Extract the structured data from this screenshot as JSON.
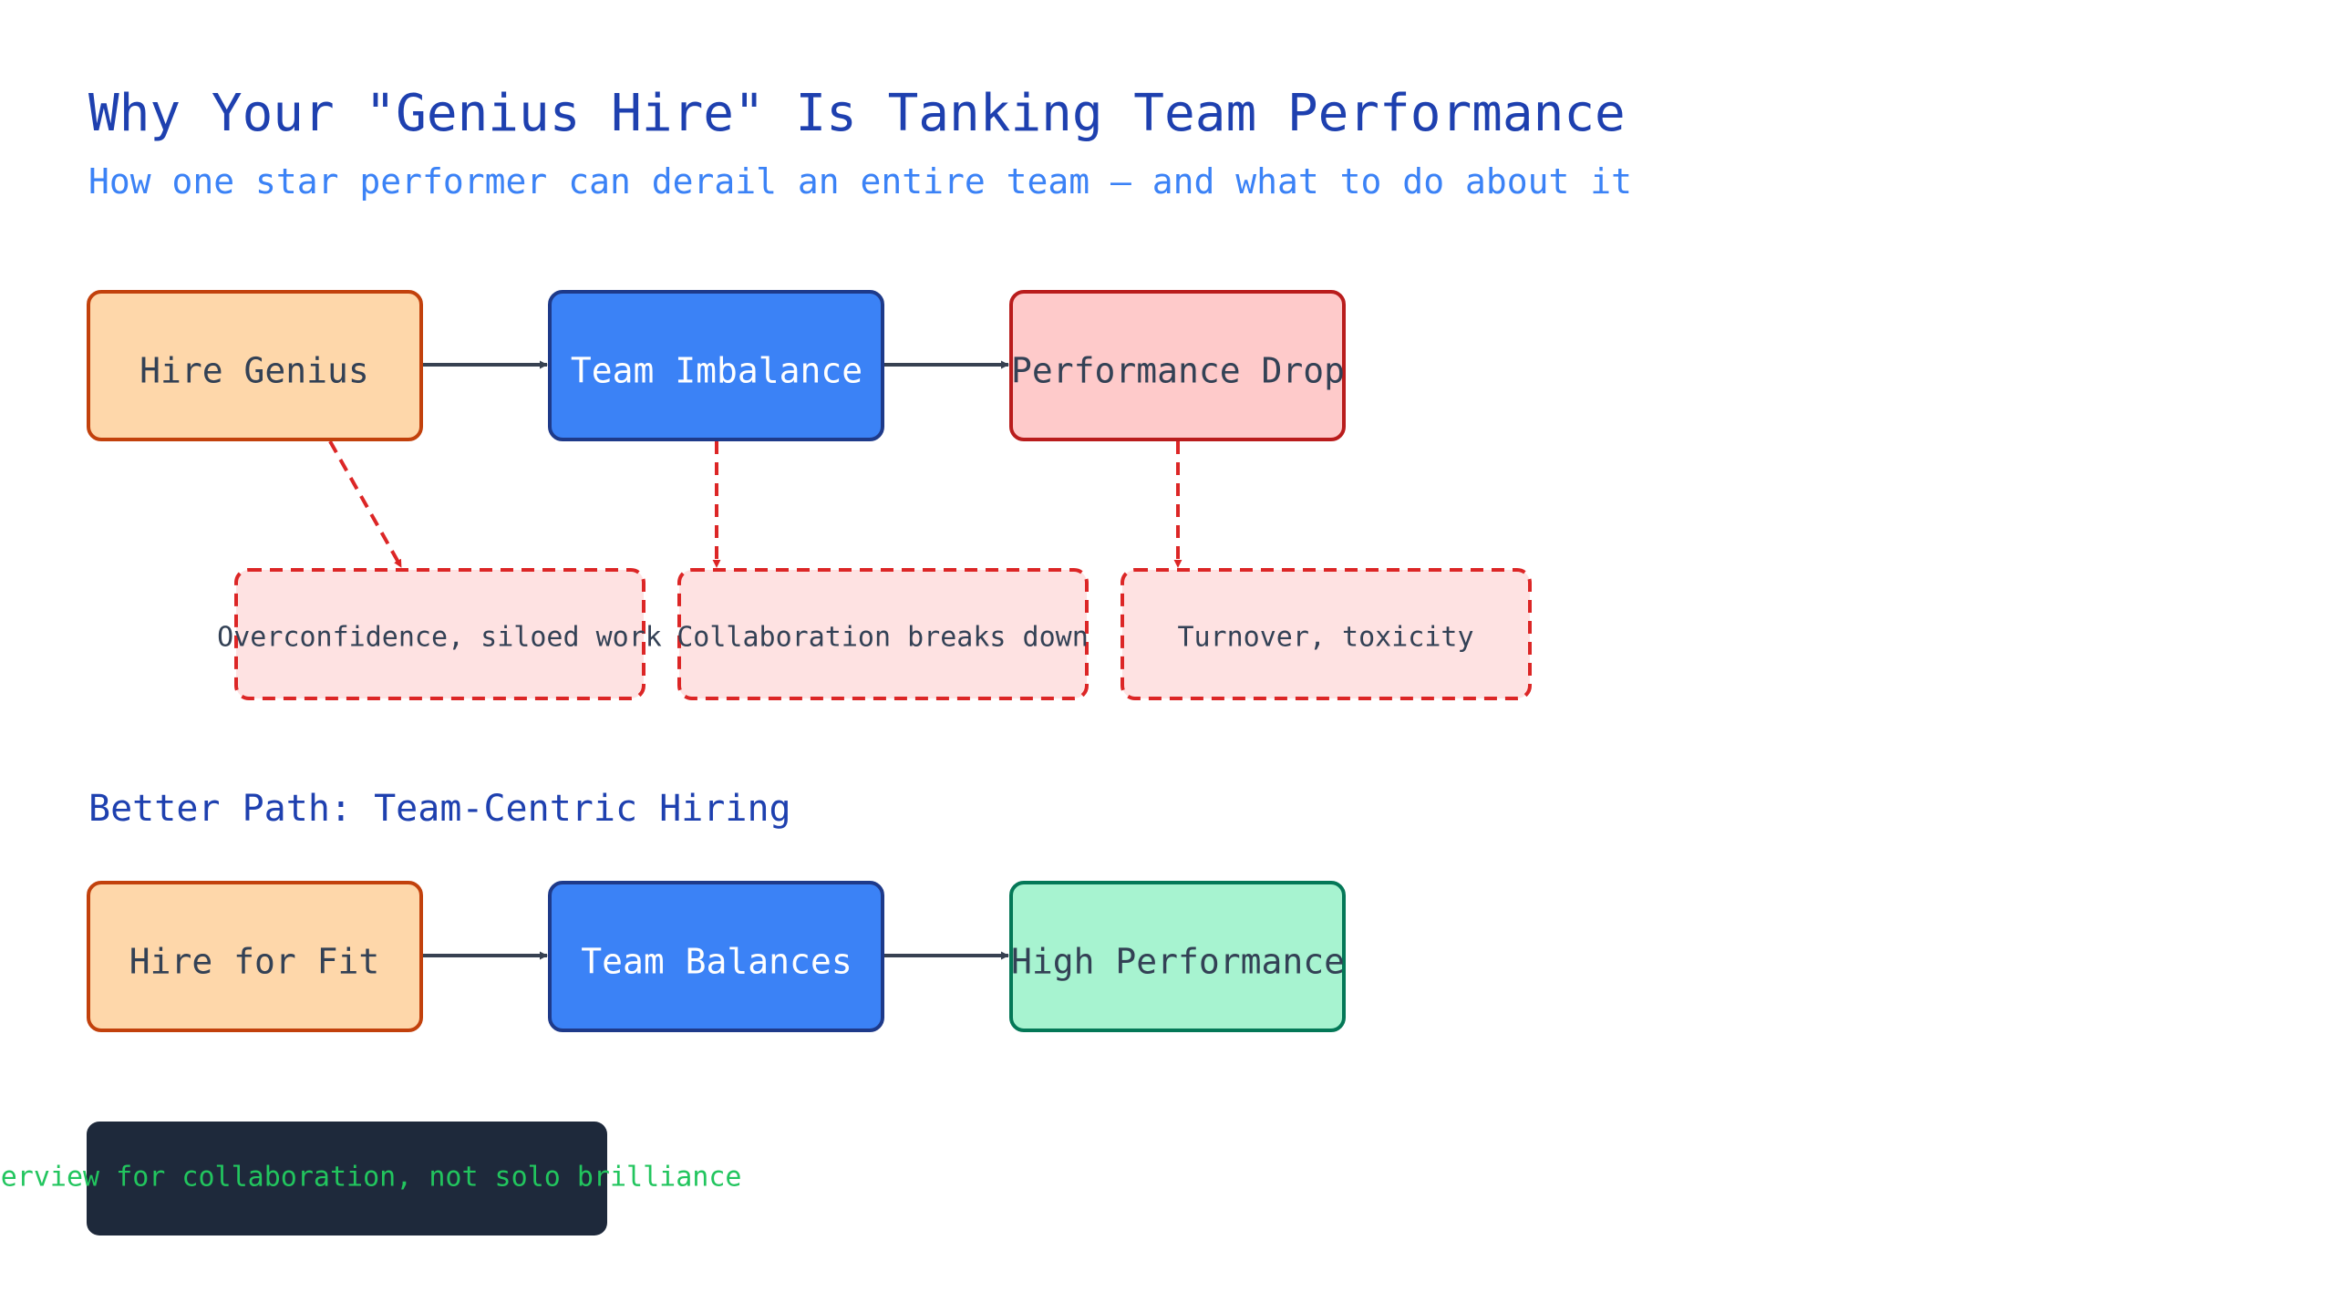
{
  "header": {
    "title": "Why Your \"Genius Hire\" Is Tanking Team Performance",
    "subtitle": "How one star performer can derail an entire team — and what to do about it"
  },
  "flow_problem": {
    "nodes": [
      {
        "id": "hire-genius",
        "label": "Hire Genius",
        "kind": "start"
      },
      {
        "id": "team-imbalance",
        "label": "Team Imbalance",
        "kind": "process"
      },
      {
        "id": "performance-drop",
        "label": "Performance Drop",
        "kind": "bad"
      }
    ],
    "effects": [
      {
        "id": "effect-1",
        "label": "Overconfidence, siloed work"
      },
      {
        "id": "effect-2",
        "label": "Collaboration breaks down"
      },
      {
        "id": "effect-3",
        "label": "Turnover, toxicity"
      }
    ]
  },
  "section": {
    "better_path_title": "Better Path: Team-Centric Hiring"
  },
  "flow_solution": {
    "nodes": [
      {
        "id": "hire-fit",
        "label": "Hire for Fit",
        "kind": "start"
      },
      {
        "id": "team-balances",
        "label": "Team Balances",
        "kind": "process"
      },
      {
        "id": "high-performance",
        "label": "High Performance",
        "kind": "good"
      }
    ]
  },
  "tip": {
    "label": "Interview for collaboration, not solo brilliance"
  },
  "colors": {
    "title": "#1e40af",
    "subtitle": "#3b82f6",
    "start_fill": "#fed7aa",
    "start_stroke": "#c2410c",
    "process_fill": "#3b82f6",
    "process_stroke": "#1e3a8a",
    "bad_fill": "#fecaca",
    "bad_stroke": "#b91c1c",
    "effect_fill": "#fee2e2",
    "effect_stroke": "#dc2626",
    "good_fill": "#a7f3d0",
    "good_stroke": "#047857",
    "tip_fill": "#1e293b",
    "tip_text": "#22c55e",
    "arrow": "#374151"
  }
}
